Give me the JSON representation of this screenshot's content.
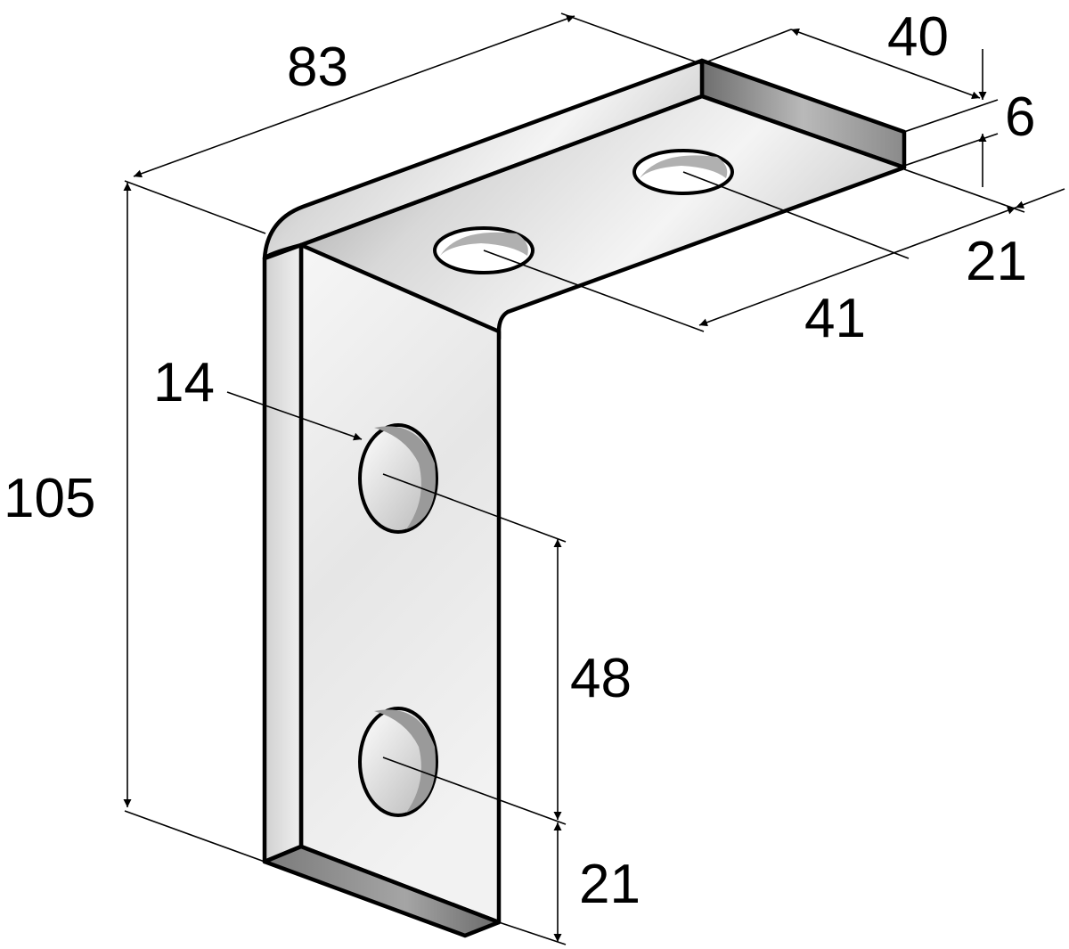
{
  "diagram": {
    "colors": {
      "background": "#ffffff",
      "line": "#000000",
      "steel_light": "#f2f2f2",
      "steel_mid": "#d6d6d6",
      "steel_dark": "#8c8c8c"
    },
    "dimensions": {
      "overall_length": "83",
      "flange_width": "40",
      "thickness": "6",
      "edge_to_hole_top": "21",
      "hole_spacing_top": "41",
      "hole_diameter": "14",
      "overall_height": "105",
      "hole_spacing_vertical": "48",
      "edge_to_hole_bottom": "21"
    }
  }
}
